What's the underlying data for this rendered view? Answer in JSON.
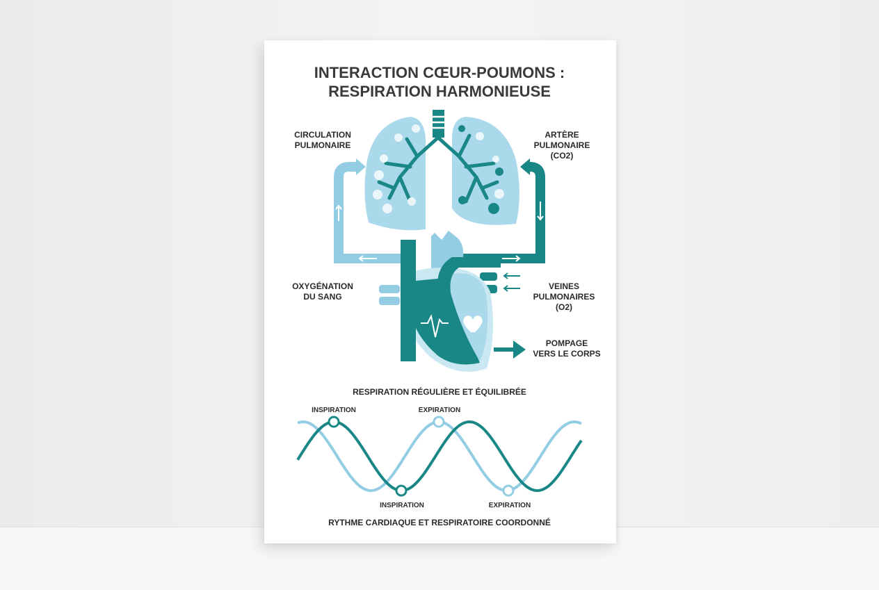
{
  "title": {
    "line1": "INTERACTION CŒUR-POUMONS :",
    "line2": "RESPIRATION HARMONIEUSE"
  },
  "labels": {
    "circulation": [
      "CIRCULATION",
      "PULMONAIRE"
    ],
    "artere": [
      "ARTÈRE",
      "PULMONAIRE",
      "(CO2)"
    ],
    "oxygenation": [
      "OXYGÉNATION",
      "DU SANG"
    ],
    "veines": [
      "VEINES",
      "PULMONAIRES",
      "(O2)"
    ],
    "pompage": [
      "POMPAGE",
      "VERS LE CORPS"
    ]
  },
  "waves": {
    "heading": "RESPIRATION RÉGULIÈRE ET ÉQUILIBRÉE",
    "markers": {
      "inspiration_top": "INSPIRATION",
      "expiration_top": "EXPIRATION",
      "inspiration_bottom": "INSPIRATION",
      "expiration_bottom": "EXPIRATION"
    },
    "footer": "RYTHME CARDIAQUE ET RESPIRATOIRE COORDONNÉ"
  },
  "colors": {
    "teal": "#1a8787",
    "light_blue": "#93cde3",
    "pale": "#c9e8f1",
    "text": "#2a2a2a"
  }
}
